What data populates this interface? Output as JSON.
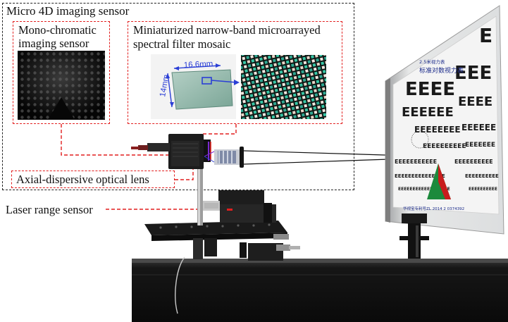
{
  "labels": {
    "micro_sensor": "Micro 4D imaging sensor",
    "mono_sensor_line1": "Mono-chromatic",
    "mono_sensor_line2": "imaging sensor",
    "filter_line1": "Miniaturized narrow-band microarrayed",
    "filter_line2": "spectral filter mosaic",
    "lens": "Axial-dispersive optical lens",
    "laser": "Laser range sensor",
    "dim_width": "16.6mm",
    "dim_height": "14mm"
  },
  "chart_label": {
    "line1": "2.5米视力表",
    "line2": "标准对数视力表",
    "bottom": "华视宝专利号ZL 2014 2 0374392"
  },
  "colors": {
    "callout_red": "#e21f1f",
    "box_black": "#222222",
    "dimension_blue": "#2b3fd6",
    "rail": "#1b1b1b"
  }
}
